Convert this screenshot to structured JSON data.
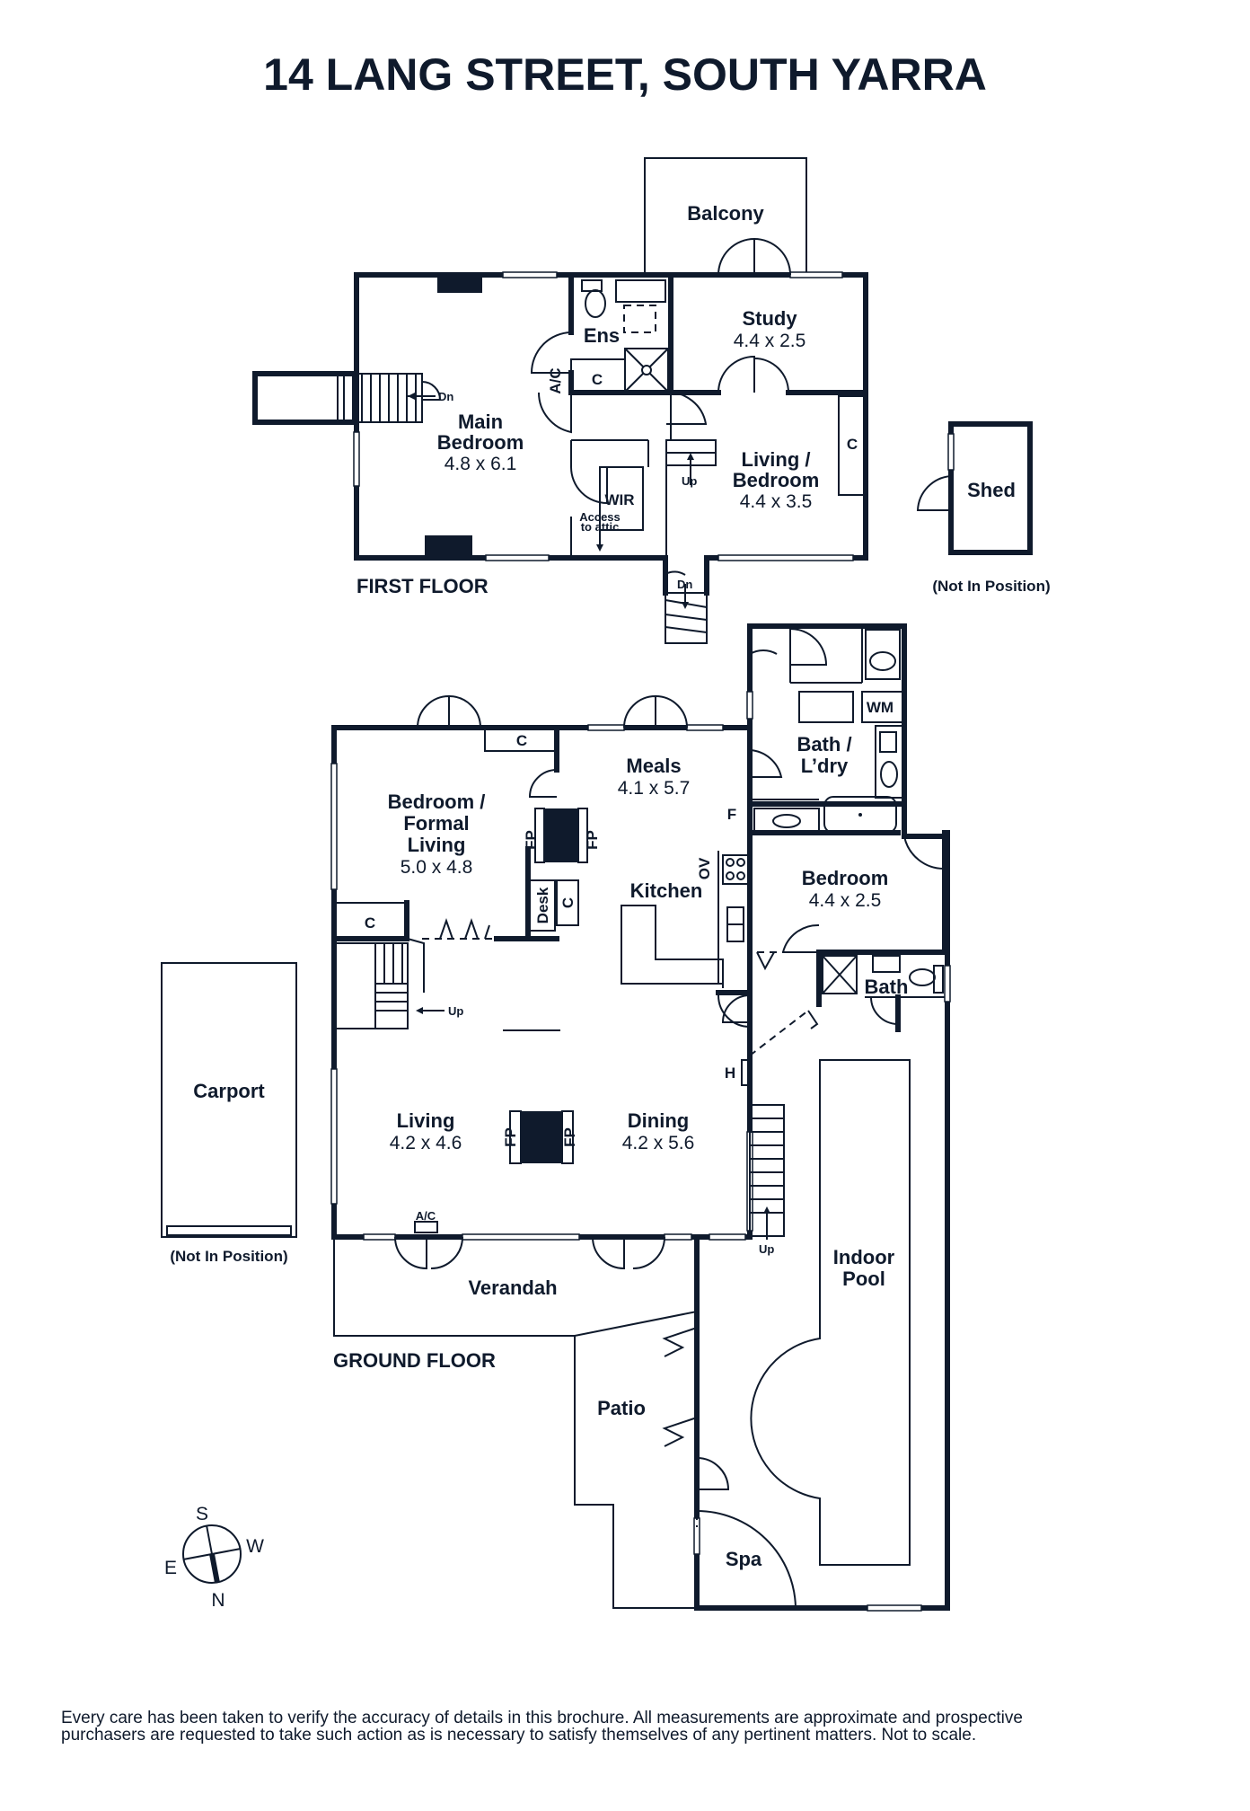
{
  "title": "14 LANG STREET, SOUTH YARRA",
  "floors": {
    "first": "FIRST FLOOR",
    "ground": "GROUND FLOOR"
  },
  "rooms": {
    "balcony": {
      "name": "Balcony"
    },
    "study": {
      "name": "Study",
      "dims": "4.4 x 2.5"
    },
    "ensuite": {
      "name": "Ens"
    },
    "main_bedroom": {
      "name_line1": "Main",
      "name_line2": "Bedroom",
      "dims": "4.8 x 6.1"
    },
    "living_bedroom": {
      "name_line1": "Living /",
      "name_line2": "Bedroom",
      "dims": "4.4 x 3.5"
    },
    "wir": {
      "name": "WIR"
    },
    "shed": {
      "name": "Shed",
      "note": "(Not In Position)"
    },
    "bath_laundry": {
      "name_line1": "Bath /",
      "name_line2": "L’dry"
    },
    "meals": {
      "name": "Meals",
      "dims": "4.1 x 5.7"
    },
    "bedroom_formal": {
      "name_line1": "Bedroom /",
      "name_line2": "Formal",
      "name_line3": "Living",
      "dims": "5.0 x 4.8"
    },
    "kitchen": {
      "name": "Kitchen"
    },
    "bedroom": {
      "name": "Bedroom",
      "dims": "4.4 x 2.5"
    },
    "bath": {
      "name": "Bath"
    },
    "carport": {
      "name": "Carport",
      "note": "(Not In Position)"
    },
    "living": {
      "name": "Living",
      "dims": "4.2 x 4.6"
    },
    "dining": {
      "name": "Dining",
      "dims": "4.2 x 5.6"
    },
    "indoor_pool": {
      "name_line1": "Indoor",
      "name_line2": "Pool"
    },
    "verandah": {
      "name": "Verandah"
    },
    "patio": {
      "name": "Patio"
    },
    "spa": {
      "name": "Spa"
    }
  },
  "labels": {
    "dn": "Dn",
    "up": "Up",
    "ac": "A/C",
    "cupboard": "C",
    "access_line1": "Access",
    "access_line2": "to attic",
    "wm": "WM",
    "fridge": "F",
    "oven": "OV",
    "fireplace": "FP",
    "desk": "Desk",
    "heater": "H"
  },
  "compass": {
    "s": "S",
    "w": "W",
    "e": "E",
    "n": "N"
  },
  "disclaimer": {
    "line1": "Every care has been taken to verify the accuracy of details in this brochure. All measurements are approximate and prospective",
    "line2": "purchasers are requested to take such action as is necessary to satisfy themselves of any pertinent matters. Not to scale."
  }
}
